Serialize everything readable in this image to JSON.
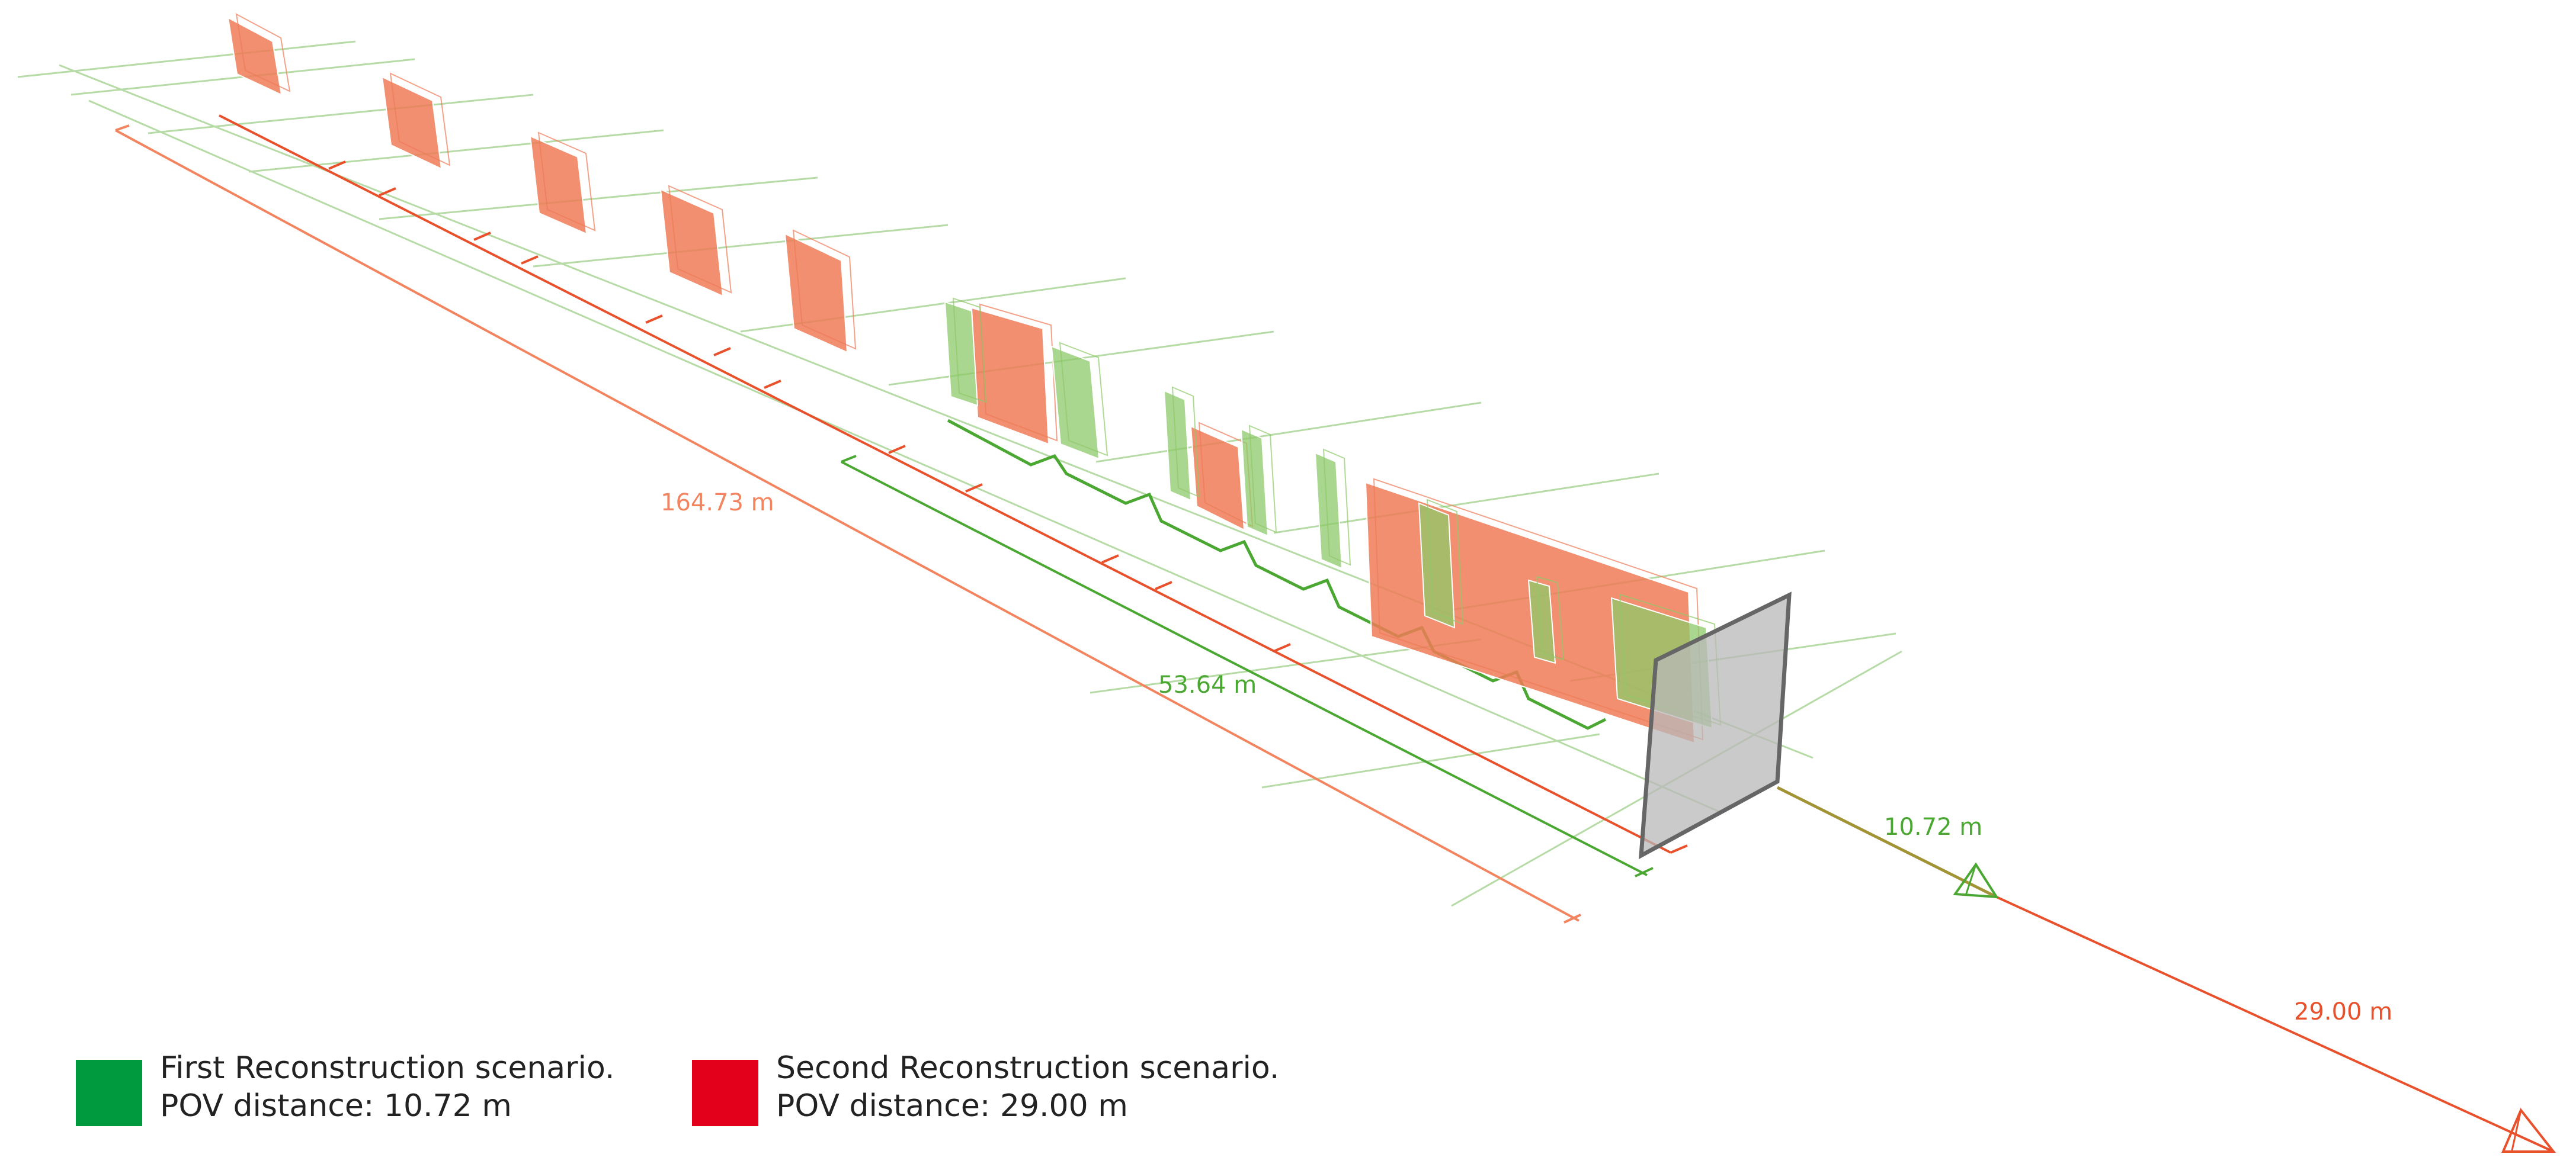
{
  "colors": {
    "green": "#4aa832",
    "green_fill": "#8ec96a",
    "red": "#e8512c",
    "red_fill": "#ee7b57",
    "orange_light": "#f2845f",
    "grid": "#b7dba6",
    "screen_fill": "#b8b8b8",
    "screen_stroke": "#666666",
    "legend_green": "#009a3e",
    "legend_red": "#e3001b"
  },
  "dimensions": {
    "total_red": "164.73 m",
    "total_green": "53.64 m",
    "pov_green": "10.72 m",
    "pov_red": "29.00 m"
  },
  "legend": [
    {
      "color": "#009a3e",
      "line1": "First Reconstruction scenario.",
      "line2": "POV distance: 10.72 m"
    },
    {
      "color": "#e3001b",
      "line1": "Second Reconstruction scenario.",
      "line2": "POV distance: 29.00 m"
    }
  ]
}
